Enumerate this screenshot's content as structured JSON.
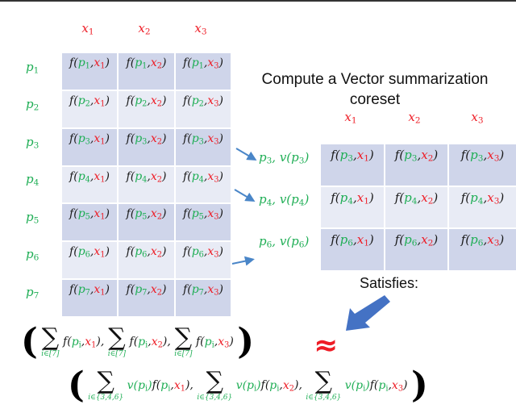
{
  "colors": {
    "point_green": "#1fae55",
    "query_red": "#ee1c25",
    "cell_dark": "#cfd5ea",
    "cell_light": "#e8ebf5",
    "arrow_blue": "#4a86c8",
    "big_arrow_blue": "#4472c4"
  },
  "left_table": {
    "column_headers": [
      "x1",
      "x2",
      "x3"
    ],
    "row_labels": [
      "p1",
      "p2",
      "p3",
      "p4",
      "p5",
      "p6",
      "p7"
    ],
    "cells": [
      [
        "f(p1,x1)",
        "f(p1,x2)",
        "f(p1,x3)"
      ],
      [
        "f(p2,x1)",
        "f(p2,x2)",
        "f(p2,x3)"
      ],
      [
        "f(p3,x1)",
        "f(p3,x2)",
        "f(p3,x3)"
      ],
      [
        "f(p4,x1)",
        "f(p4,x2)",
        "f(p4,x3)"
      ],
      [
        "f(p5,x1)",
        "f(p5,x2)",
        "f(p5,x3)"
      ],
      [
        "f(p6,x1)",
        "f(p6,x2)",
        "f(p6,x3)"
      ],
      [
        "f(p7,x1)",
        "f(p7,x2)",
        "f(p7,x3)"
      ]
    ]
  },
  "title": {
    "line1": "Compute a Vector summarization",
    "line2": "coreset"
  },
  "right_table": {
    "column_headers": [
      "x1",
      "x2",
      "x3"
    ],
    "row_labels": [
      "p3, v(p3)",
      "p4, v(p4)",
      "p6, v(p6)"
    ],
    "cells": [
      [
        "f(p3,x1)",
        "f(p3,x2)",
        "f(p3,x3)"
      ],
      [
        "f(p4,x1)",
        "f(p4,x2)",
        "f(p4,x3)"
      ],
      [
        "f(p6,x1)",
        "f(p6,x2)",
        "f(p6,x3)"
      ]
    ]
  },
  "satisfies_label": "Satisfies:",
  "formula": {
    "full_sum_index": "i∈[7]",
    "coreset_sum_index": "i∈{3,4,6}",
    "approx_symbol": "≈",
    "lhs": "(Σ_{i∈[7]} f(p_i,x_1), Σ_{i∈[7]} f(p_i,x_2), Σ_{i∈[7]} f(p_i,x_3))",
    "rhs": "(Σ_{i∈{3,4,6}} v(p_i)f(p_i,x_1), Σ_{i∈{3,4,6}} v(p_i)f(p_i,x_2), Σ_{i∈{3,4,6}} v(p_i)f(p_i,x_3))"
  }
}
